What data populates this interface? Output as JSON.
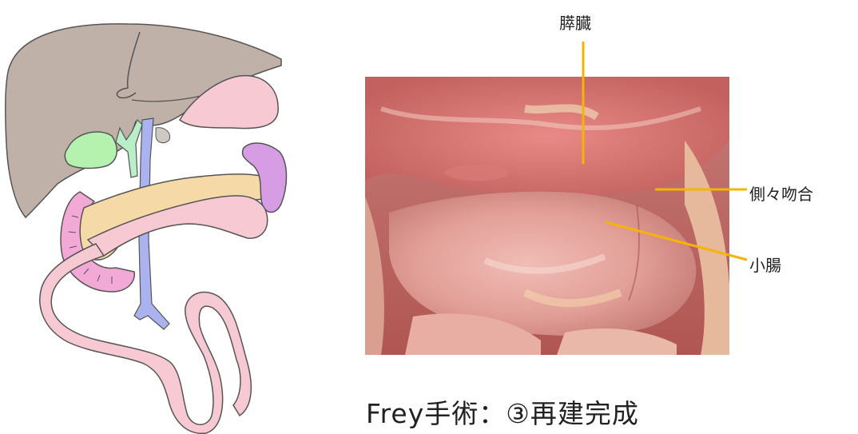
{
  "labels": {
    "pancreas": "膵臓",
    "side_to_side_anastomosis": "側々吻合",
    "small_intestine": "小腸"
  },
  "caption": "Frey手術：③再建完成",
  "colors": {
    "liver": "#bfb0a8",
    "stomach": "#f7c9d3",
    "gallbladder": "#b5f2b0",
    "bile_duct": "#b8eec8",
    "portal_vein": "#aab2f0",
    "pancreas": "#f5d9a7",
    "spleen": "#d69ce4",
    "intestine": "#f7c9d3",
    "duodenum": "#f2a9d6",
    "leader_line": "#f5b400"
  }
}
